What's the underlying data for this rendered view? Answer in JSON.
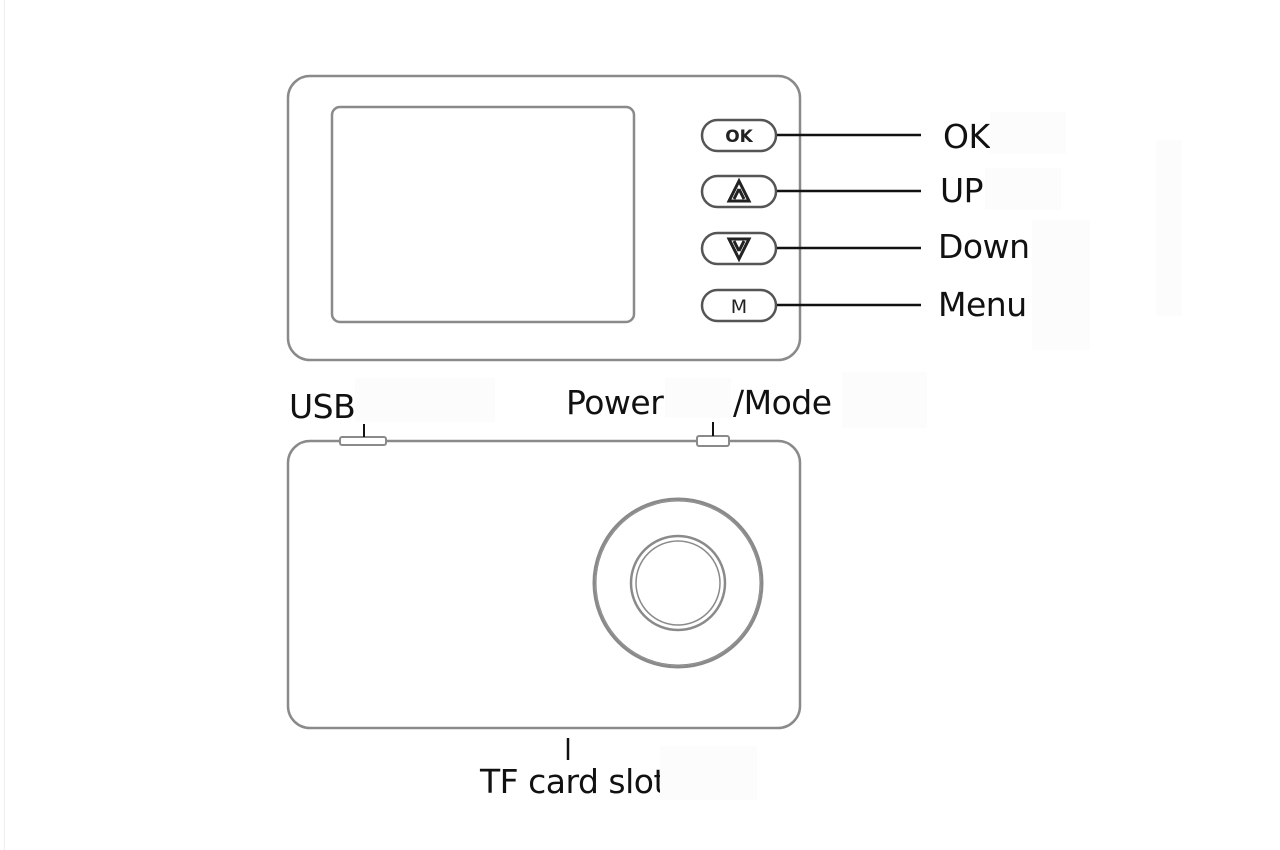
{
  "buttons": [
    {
      "id": "ok",
      "face_text": "OK",
      "callout": "OK"
    },
    {
      "id": "up",
      "face_text": "",
      "callout": "UP"
    },
    {
      "id": "down",
      "face_text": "",
      "callout": "Down"
    },
    {
      "id": "menu",
      "face_text": "M",
      "callout": "Menu"
    }
  ],
  "ports": {
    "usb": "USB",
    "power": "Power",
    "mode": "/Mode",
    "tf_card": "TF card slot"
  },
  "colors": {
    "outline": "#8a8a8a",
    "line": "#111111",
    "text": "#111111",
    "background": "#ffffff"
  }
}
